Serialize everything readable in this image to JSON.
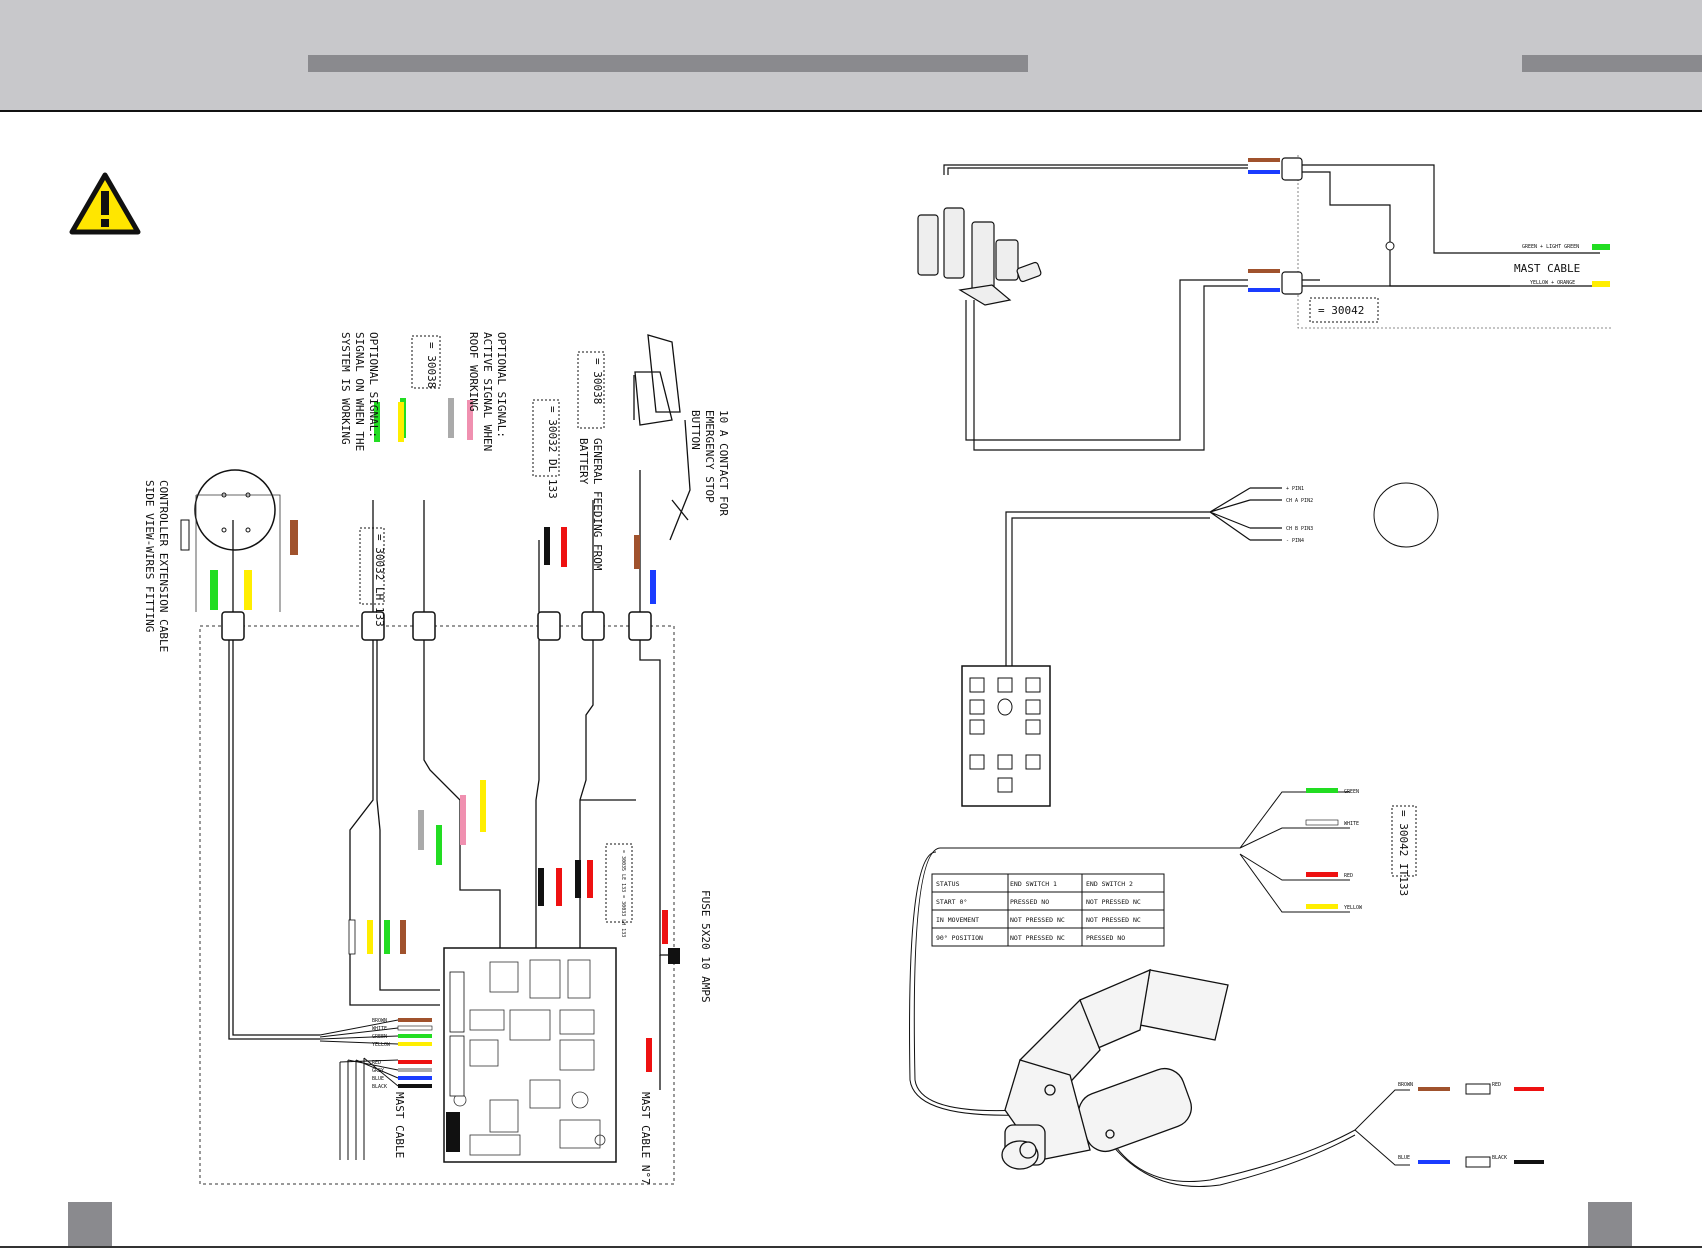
{
  "left_diagram": {
    "ref_30038_a": "= 30038",
    "ref_30038_b": "= 30038",
    "ref_30032_lh": "= 30032 LH 133",
    "ref_30032_dl": "= 30032 DL 133",
    "ref_30035": "= 30035 LE 133\n= 30033 LH 133",
    "signal_optional_on": [
      "OPTIONAL SIGNAL:",
      "SIGNAL ON WHEN THE",
      "SYSTEM IS WORKING"
    ],
    "signal_optional_active": [
      "OPTIONAL SIGNAL:",
      "ACTIVE SIGNAL WHEN",
      "ROOF WORKING"
    ],
    "general_feeding": [
      "GENERAL FEEDING FROM",
      "BATTERY"
    ],
    "emergency_stop": [
      "10 A CONTACT FOR",
      "EMERGENCY STOP",
      "BUTTON"
    ],
    "controller_cable": [
      "CONTROLLER EXTENSION CABLE",
      "SIDE VIEW-WIRES FITTING"
    ],
    "fuse": "FUSE 5X20 10 AMPS",
    "mast_cable": "MAST CABLE",
    "mast_cable_n7": "MAST CABLE N°7",
    "wire_colors_bottom": [
      "BROWN",
      "WHITE",
      "GREEN",
      "YELLOW",
      "RED",
      "GREY",
      "BLUE",
      "BLACK"
    ]
  },
  "right_diagram": {
    "mast_cable": "MAST CABLE",
    "green_label": "GREEN + LIGHT GREEN",
    "yellow_label": "YELLOW + ORANGE",
    "ref_30042_a": "= 30042",
    "ref_30042_b": "= 30042 IT133",
    "pins": [
      "+ PIN1",
      "CH A PIN2",
      "CH B PIN3",
      "- PIN4"
    ],
    "end_switch_wires": [
      "GREEN",
      "WHITE",
      "RED",
      "YELLOW"
    ],
    "motor_wires": [
      "BROWN",
      "RED",
      "BLUE",
      "BLACK"
    ],
    "table": {
      "headers": [
        "STATUS",
        "END SWITCH 1",
        "END SWITCH 2"
      ],
      "rows": [
        [
          "START 0°",
          "PRESSED NO",
          "NOT PRESSED NC"
        ],
        [
          "IN MOVEMENT",
          "NOT PRESSED NC",
          "NOT PRESSED NC"
        ],
        [
          "90° POSITION",
          "NOT PRESSED NC",
          "PRESSED NO"
        ]
      ]
    }
  },
  "colors": {
    "brown": "#a0522d",
    "blue": "#1a3cff",
    "green": "#22dd22",
    "yellow": "#ffee00",
    "red": "#ee1111",
    "grey": "#aaaaaa",
    "pink": "#f090b0",
    "black": "#111111",
    "header_bg": "#c8c8cb",
    "header_bar": "#8a8a8e",
    "warning": "#ffe600"
  },
  "icons": {
    "warning": "warning-triangle-icon"
  }
}
